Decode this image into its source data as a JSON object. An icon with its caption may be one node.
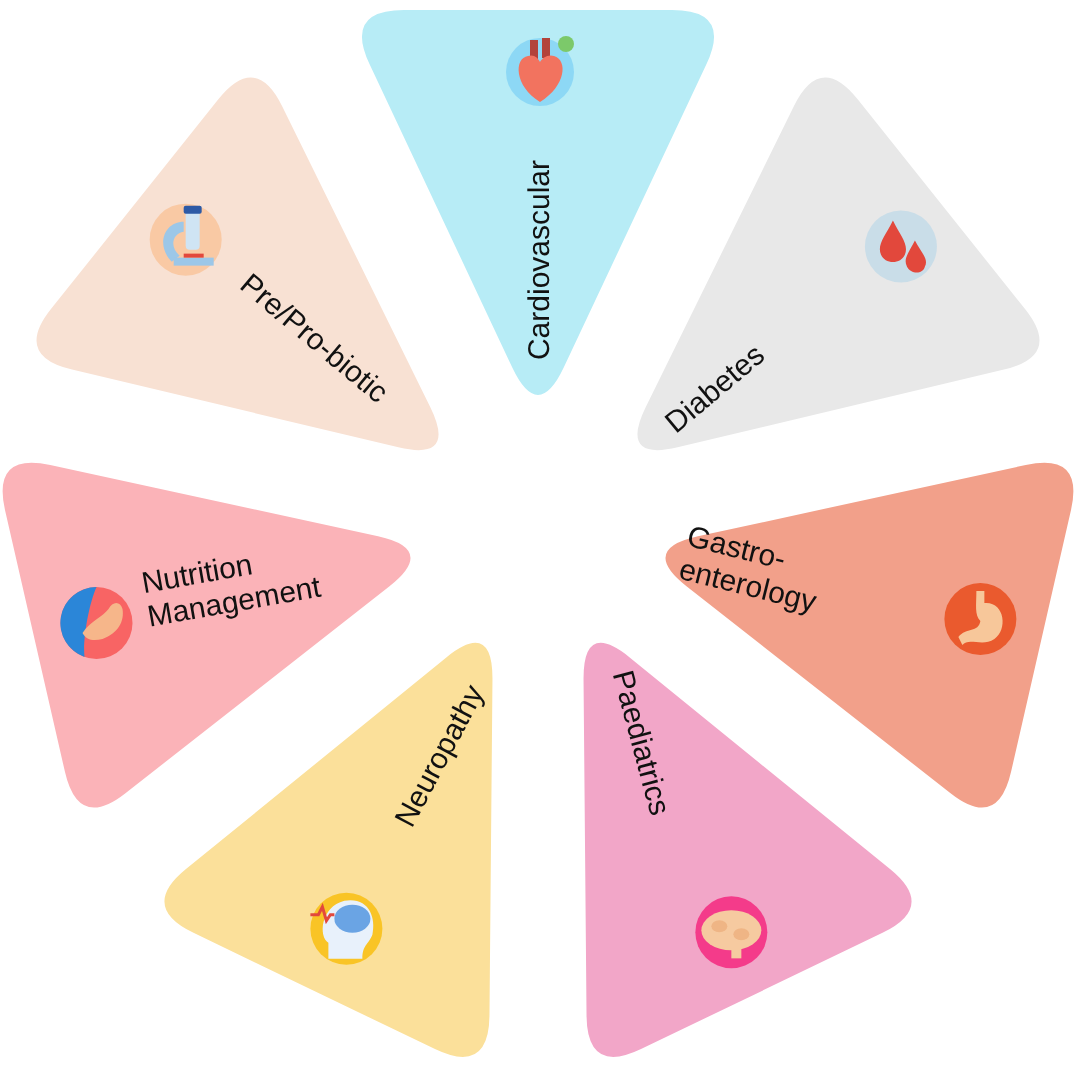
{
  "diagram": {
    "nodes": [
      {
        "text": [
          "Cardiovascular"
        ]
      },
      {
        "text": [
          "Pre/Pro-biotic"
        ]
      },
      {
        "text": [
          "Diabetes"
        ]
      },
      {
        "text": [
          "Nutrition Management"
        ]
      },
      {
        "text": [
          "Gastro- enterology"
        ]
      },
      {
        "text": [
          "Neuropathy"
        ]
      },
      {
        "text": [
          "Paediatrics"
        ]
      }
    ]
  }
}
